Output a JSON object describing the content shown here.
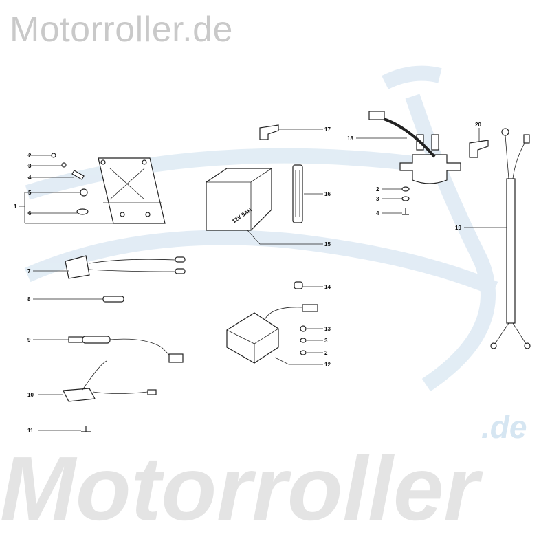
{
  "watermark": {
    "top": "Motorroller.de",
    "bottom": "Motorroller",
    "bottom_suffix": ".de"
  },
  "battery_label": "12V 9AH",
  "callouts": {
    "left": [
      "2",
      "3",
      "4",
      "5",
      "6",
      "1"
    ],
    "lower_left": [
      "7",
      "8",
      "9",
      "10",
      "11"
    ],
    "center": [
      "17",
      "16",
      "15",
      "14",
      "13",
      "3",
      "2",
      "12"
    ],
    "right": [
      "18",
      "20",
      "2",
      "3",
      "4",
      "19"
    ]
  },
  "colors": {
    "watermark_blue": "#d6e6f2",
    "line": "#222222"
  }
}
